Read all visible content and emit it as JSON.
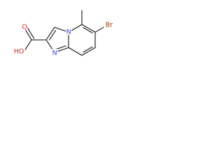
{
  "molecule": {
    "atoms": {
      "nitrogen_bridge": "N",
      "nitrogen_ring": "N",
      "bromine": "Br",
      "carboxyl_oxygen_carbonyl": "O",
      "carboxyl_hydroxyl": "HO"
    }
  },
  "colors": {
    "bond": "#3a3a3a",
    "nitrogen": "#3a46d8",
    "oxygen": "#d22a1e",
    "bromine": "#a33a12"
  }
}
